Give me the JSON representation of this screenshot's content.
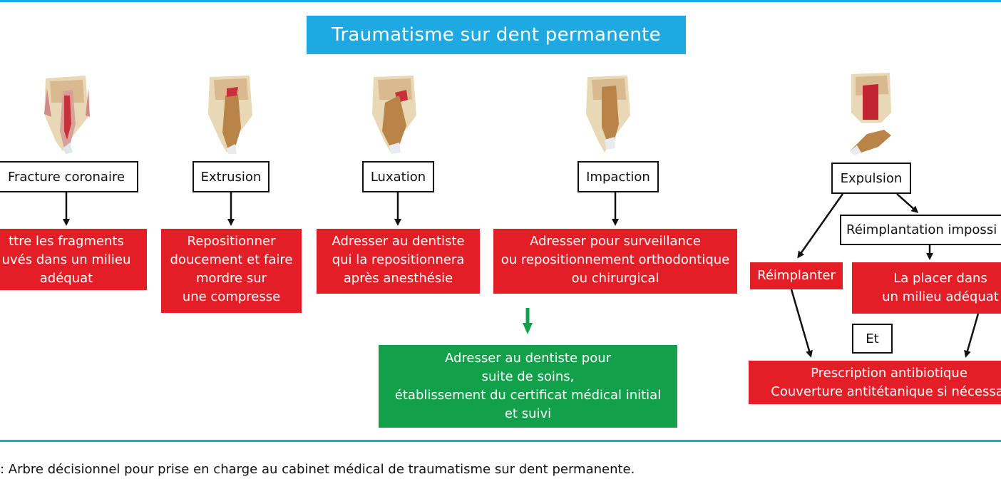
{
  "title": "Traumatisme sur dent permanente",
  "types": {
    "fracture": "Fracture coronaire",
    "extrusion": "Extrusion",
    "luxation": "Luxation",
    "impaction": "Impaction",
    "expulsion": "Expulsion"
  },
  "actions": {
    "fracture": "ttre les fragments\nuvés dans un milieu\nadéquat",
    "extrusion": "Repositionner\ndoucement et faire\nmordre sur\nune compresse",
    "luxation": "Adresser au dentiste\nqui la repositionnera\naprès anesthésie",
    "impaction": "Adresser pour surveillance\nou repositionnement orthodontique\nou chirurgical"
  },
  "followup": "Adresser au dentiste pour\nsuite de soins,\nétablissement du certificat médical initial\net suivi",
  "expulsion_branch": {
    "impossible": "Réimplantation impossi",
    "reimplant": "Réimplanter",
    "store": "La placer dans\nun milieu adéquat",
    "and": "Et",
    "prescription": "Prescription antibiotique\nCouverture antitétanique si nécessai"
  },
  "caption": ": Arbre décisionnel pour prise en charge au cabinet médical de traumatisme sur dent permanente.",
  "colors": {
    "title_bg": "#1ea9e3",
    "action_red": "#e31e26",
    "followup_green": "#13a04a",
    "rule_blue": "#1fa8e0"
  },
  "icons": [
    "tooth-fracture-icon",
    "tooth-extrusion-icon",
    "tooth-luxation-icon",
    "tooth-impaction-icon",
    "tooth-avulsion-icon"
  ]
}
